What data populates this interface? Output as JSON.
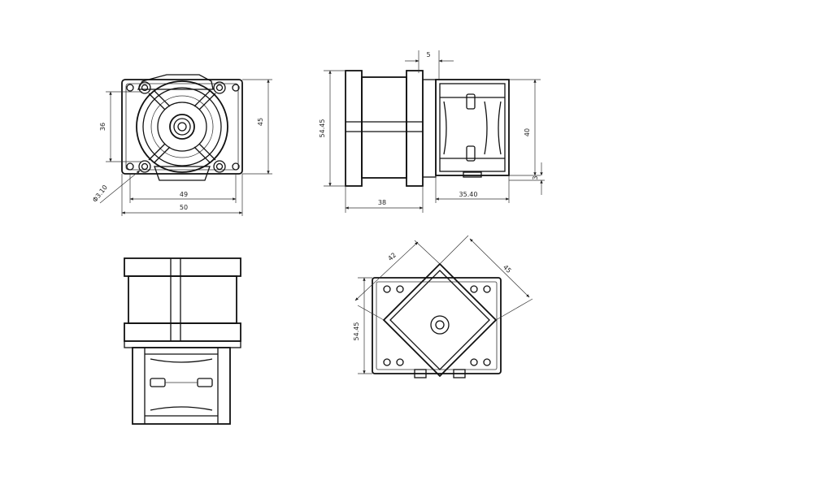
{
  "colors": {
    "line": "#111111",
    "background": "#ffffff"
  },
  "views": {
    "front": {
      "dim_height_inner": "36",
      "dim_height_outer": "45",
      "dim_width_inner": "49",
      "dim_width_outer": "50",
      "dim_hole": "Φ3.10"
    },
    "side": {
      "dim_top": "5",
      "dim_height_left": "54.45",
      "dim_height_right": "40",
      "dim_small_right": "3",
      "dim_width_left": "38",
      "dim_width_right": "35.40"
    },
    "top": {},
    "rotated": {
      "dim_diag_left": "42",
      "dim_diag_right": "45",
      "dim_height": "54.45"
    }
  }
}
